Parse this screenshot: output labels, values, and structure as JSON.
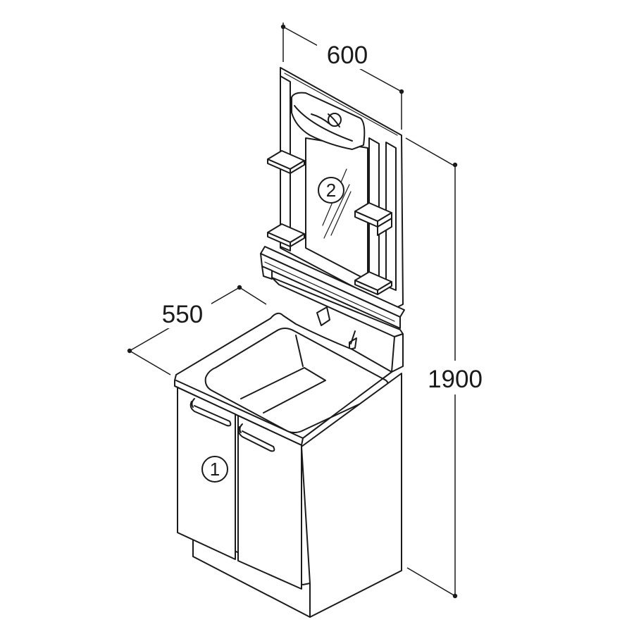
{
  "dimensions": {
    "width": "600",
    "depth": "550",
    "height": "1900"
  },
  "callouts": {
    "cabinet": "1",
    "mirror_cabinet": "2"
  }
}
